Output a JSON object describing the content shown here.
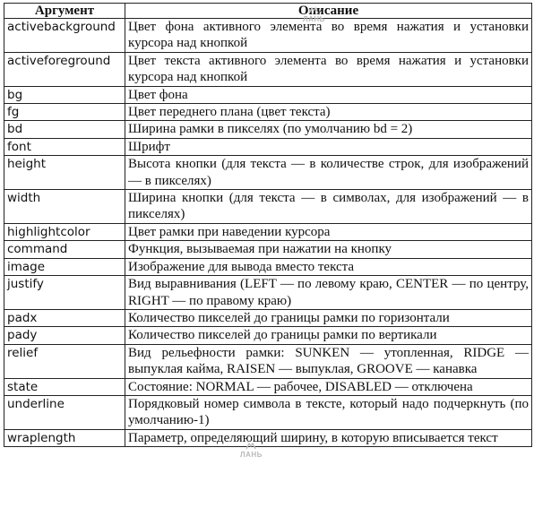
{
  "table": {
    "headers": [
      "Аргумент",
      "Описание"
    ],
    "rows": [
      {
        "arg": "activebackground",
        "desc": "Цвет фона активного элемента во время нажатия и установки курсора над кнопкой"
      },
      {
        "arg": "activeforeground",
        "desc": "Цвет текста активного элемента во время нажатия и установки курсора над кнопкой"
      },
      {
        "arg": "bg",
        "desc": "Цвет фона"
      },
      {
        "arg": "fg",
        "desc": "Цвет переднего плана (цвет текста)"
      },
      {
        "arg": "bd",
        "desc": "Ширина рамки в пикселях (по умолчанию bd = 2)"
      },
      {
        "arg": "font",
        "desc": "Шрифт"
      },
      {
        "arg": "height",
        "desc": "Высота кнопки (для текста — в количестве строк, для изображений — в пикселях)"
      },
      {
        "arg": "width",
        "desc": "Ширина кнопки (для текста — в символах, для изображений — в пикселях)"
      },
      {
        "arg": "highlightcolor",
        "desc": "Цвет рамки при наведении курсора"
      },
      {
        "arg": "command",
        "desc": "Функция, вызываемая при нажатии на кнопку"
      },
      {
        "arg": "image",
        "desc": "Изображение для вывода вместо текста"
      },
      {
        "arg": "justify",
        "desc": "Вид выравнивания (LEFT — по левому краю, CENTER — по центру, RIGHT — по правому краю)"
      },
      {
        "arg": "padx",
        "desc": "Количество пикселей до границы рамки по горизонтали"
      },
      {
        "arg": "pady",
        "desc": "Количество пикселей до границы рамки по вертикали"
      },
      {
        "arg": "relief",
        "desc": "Вид рельефности рамки: SUNKEN — утопленная, RIDGE — выпуклая кайма, RAISEN — выпуклая, GROOVE — канавка"
      },
      {
        "arg": "state",
        "desc": "Состояние: NORMAL — рабочее, DISABLED — отключена"
      },
      {
        "arg": "underline",
        "desc": "Порядковый номер символа в тексте, который надо подчеркнуть (по умолчанию-1)"
      },
      {
        "arg": "wraplength",
        "desc": "Параметр, определяющий ширину, в которую вписывается текст"
      }
    ]
  },
  "watermark": {
    "text": "ЛАНЬ",
    "icon": "doe-logo-icon"
  }
}
